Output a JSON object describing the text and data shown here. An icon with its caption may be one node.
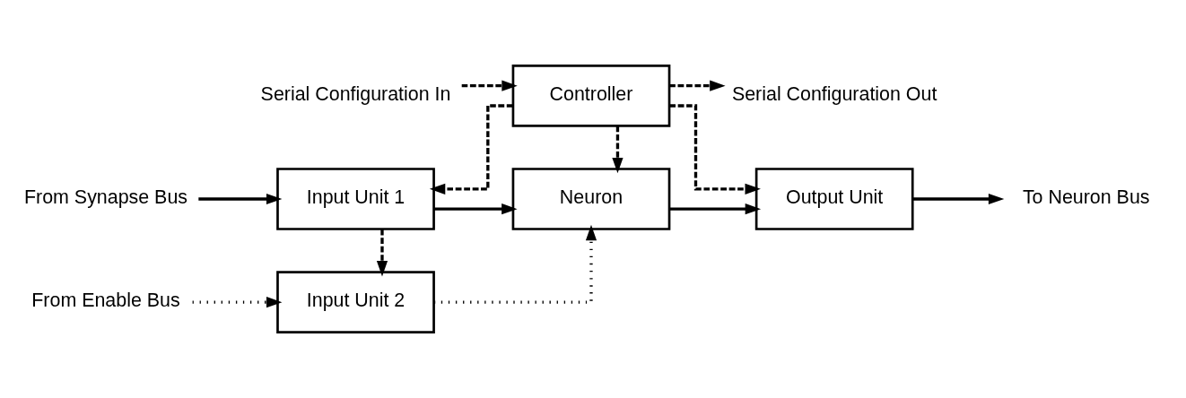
{
  "diagram": {
    "nodes": [
      {
        "text": [
          "Serial Configuration In"
        ]
      },
      {
        "text": [
          "Controller"
        ]
      },
      {
        "text": [
          "Serial Configuration Out"
        ]
      },
      {
        "text": [
          "From Synapse Bus"
        ]
      },
      {
        "text": [
          "Input Unit 1"
        ]
      },
      {
        "text": [
          "Neuron"
        ]
      },
      {
        "text": [
          "Output Unit"
        ]
      },
      {
        "text": [
          "To Neuron Bus"
        ]
      },
      {
        "text": [
          "From Enable Bus"
        ]
      },
      {
        "text": [
          "Input Unit 2"
        ]
      }
    ],
    "edges": [
      {
        "from": 0,
        "to": 1,
        "arrow": "to",
        "style": "dashed"
      },
      {
        "from": 1,
        "to": 2,
        "arrow": "to",
        "style": "dashed"
      },
      {
        "from": 1,
        "to": 4,
        "arrow": "to",
        "style": "dashed"
      },
      {
        "from": 1,
        "to": 5,
        "arrow": "to",
        "style": "dashed"
      },
      {
        "from": 1,
        "to": 6,
        "arrow": "to",
        "style": "dashed"
      },
      {
        "from": 3,
        "to": 4,
        "arrow": "to"
      },
      {
        "from": 4,
        "to": 5,
        "arrow": "to"
      },
      {
        "from": 5,
        "to": 6,
        "arrow": "to"
      },
      {
        "from": 6,
        "to": 7,
        "arrow": "to"
      },
      {
        "from": 4,
        "to": 9,
        "arrow": "to",
        "style": "dashed"
      },
      {
        "from": 8,
        "to": 9,
        "arrow": "to",
        "style": "dashed"
      },
      {
        "from": 9,
        "to": 5,
        "arrow": "to",
        "style": "dashed"
      }
    ]
  }
}
